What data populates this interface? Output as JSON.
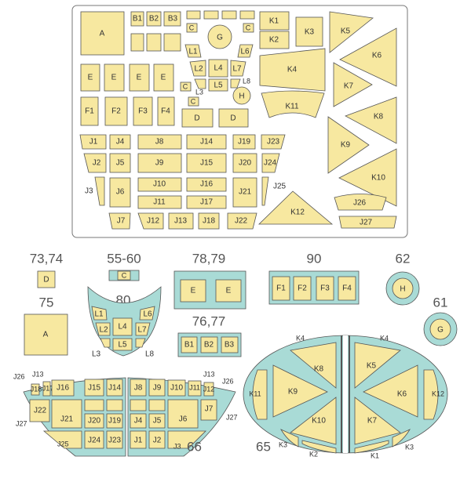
{
  "colors": {
    "mask": "#f7e8a0",
    "frame": "#a9dbd6",
    "outline": "#555555",
    "background": "#ffffff"
  },
  "groups": {
    "g7374": "73,74",
    "g5560": "55-60",
    "g7879": "78,79",
    "g90": "90",
    "g62": "62",
    "g75": "75",
    "g80": "80",
    "g61": "61",
    "g7677": "76,77",
    "g66": "66",
    "g65": "65"
  },
  "fret": {
    "A": "A",
    "B1": "B1",
    "B2": "B2",
    "B3": "B3",
    "C": "C",
    "G": "G",
    "H": "H",
    "L1": "L1",
    "L2": "L2",
    "L3": "L3",
    "L4": "L4",
    "L5": "L5",
    "L6": "L6",
    "L7": "L7",
    "L8": "L8",
    "E": "E",
    "F1": "F1",
    "F2": "F2",
    "F3": "F3",
    "F4": "F4",
    "D": "D",
    "K1": "K1",
    "K2": "K2",
    "K3": "K3",
    "K4": "K4",
    "K5": "K5",
    "K6": "K6",
    "K7": "K7",
    "K8": "K8",
    "K9": "K9",
    "K10": "K10",
    "K11": "K11",
    "K12": "K12",
    "J1": "J1",
    "J2": "J2",
    "J3": "J3",
    "J4": "J4",
    "J5": "J5",
    "J6": "J6",
    "J7": "J7",
    "J8": "J8",
    "J9": "J9",
    "J10": "J10",
    "J11": "J11",
    "J12": "J12",
    "J13": "J13",
    "J14": "J14",
    "J15": "J15",
    "J16": "J16",
    "J17": "J17",
    "J18": "J18",
    "J19": "J19",
    "J20": "J20",
    "J21": "J21",
    "J22": "J22",
    "J23": "J23",
    "J24": "J24",
    "J25": "J25",
    "J26": "J26",
    "J27": "J27"
  }
}
